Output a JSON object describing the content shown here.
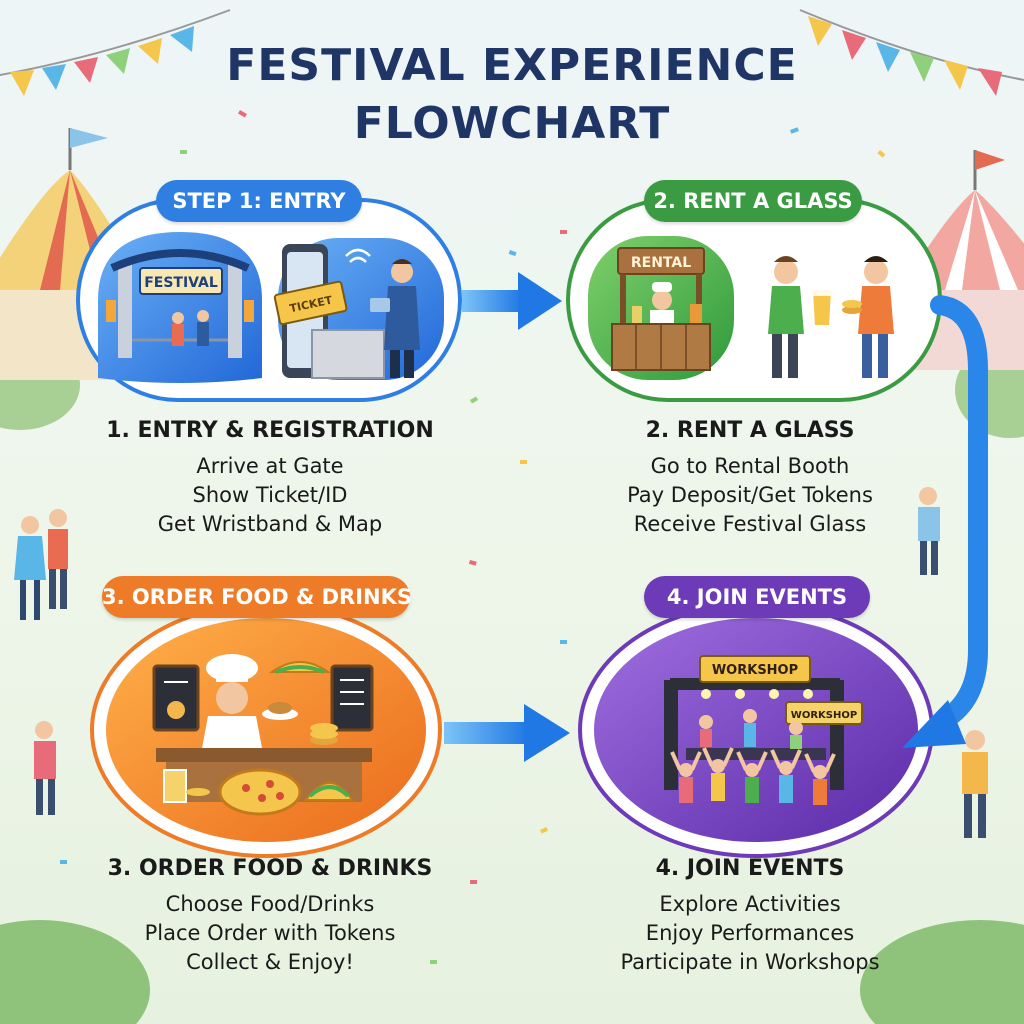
{
  "title": {
    "line1": "FESTIVAL EXPERIENCE",
    "line2": "FLOWCHART"
  },
  "steps": [
    {
      "tag": "STEP 1: ENTRY",
      "heading": "1. ENTRY & REGISTRATION",
      "lines": [
        "Arrive at Gate",
        "Show Ticket/ID",
        "Get Wristband & Map"
      ],
      "sign": "FESTIVAL",
      "ticket": "TICKET",
      "color": "#2f7fe3"
    },
    {
      "tag": "2. RENT A GLASS",
      "heading": "2. RENT A GLASS",
      "lines": [
        "Go to Rental Booth",
        "Pay Deposit/Get Tokens",
        "Receive Festival Glass"
      ],
      "sign": "RENTAL",
      "color": "#3b9b43"
    },
    {
      "tag": "3. ORDER FOOD & DRINKS",
      "heading": "3. ORDER FOOD & DRINKS",
      "lines": [
        "Choose Food/Drinks",
        "Place Order with Tokens",
        "Collect & Enjoy!"
      ],
      "color": "#ee7b28"
    },
    {
      "tag": "4. JOIN EVENTS",
      "heading": "4. JOIN EVENTS",
      "lines": [
        "Explore Activities",
        "Enjoy Performances",
        "Participate in Workshops"
      ],
      "sign": "WORKSHOP",
      "sign2": "WORKSHOP",
      "color": "#6d3bb8"
    }
  ],
  "colors": {
    "title": "#1e3566",
    "arrow": "#2a86e8"
  }
}
